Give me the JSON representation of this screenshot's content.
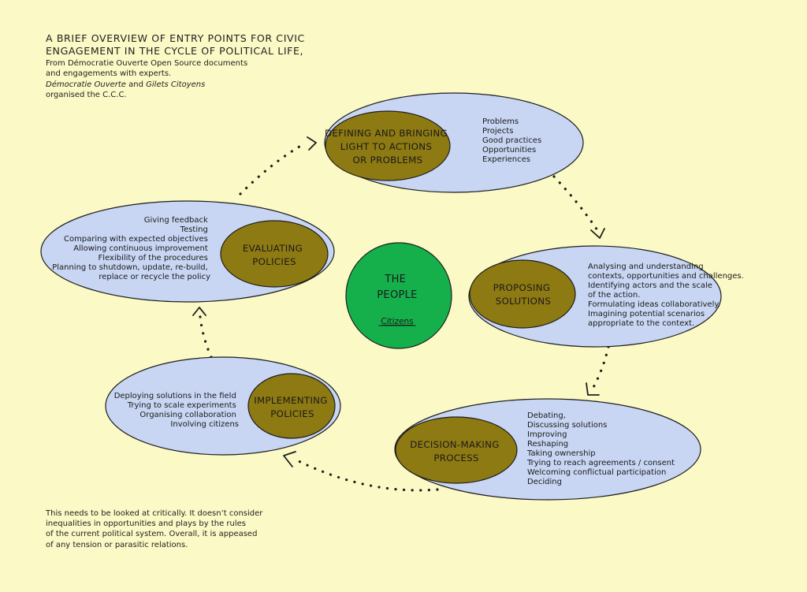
{
  "header": {
    "title_lines": [
      "A BRIEF OVERVIEW OF ENTRY POINTS FOR CIVIC",
      "ENGAGEMENT IN THE CYCLE OF POLITICAL LIFE,"
    ],
    "source_line1": "From Démocratie Ouverte Open Source documents",
    "source_line2": "and engagements with experts.",
    "org1": "Démocratie Ouverte",
    "and_word": "and",
    "org2": "Gilets Citoyens",
    "source_line4": "organised the C.C.C."
  },
  "center": {
    "title_lines": [
      "THE",
      "PEOPLE"
    ],
    "link": "Citizens"
  },
  "stages": {
    "defining": {
      "title_lines": [
        "DEFINING AND BRINGING",
        "LIGHT TO ACTIONS",
        "OR PROBLEMS"
      ],
      "items": [
        "Problems",
        "Projects",
        "Good practices",
        "Opportunities",
        "Experiences"
      ]
    },
    "proposing": {
      "title_lines": [
        "PROPOSING",
        "SOLUTIONS"
      ],
      "items": [
        "Analysing and understanding",
        "contexts, opportunities and challenges.",
        "Identifying actors and the scale",
        "of the action.",
        "Formulating ideas collaboratively.",
        "Imagining potential scenarios",
        "appropriate to the context."
      ]
    },
    "decision": {
      "title_lines": [
        "DECISION-MAKING",
        "PROCESS"
      ],
      "items": [
        "Debating,",
        "Discussing solutions",
        "Improving",
        "Reshaping",
        "Taking ownership",
        "Trying to reach agreements / consent",
        "Welcoming conflictual participation",
        "Deciding"
      ]
    },
    "implementing": {
      "title_lines": [
        "IMPLEMENTING",
        "POLICIES"
      ],
      "items": [
        "Deploying solutions in the field",
        "Trying to scale experiments",
        "Organising collaboration",
        "Involving citizens"
      ]
    },
    "evaluating": {
      "title_lines": [
        "EVALUATING",
        "POLICIES"
      ],
      "items": [
        "Giving feedback",
        "Testing",
        "Comparing with expected objectives",
        "Allowing continuous improvement",
        "Flexibility of the procedures",
        "Planning to shutdown, update, re-build,",
        "replace or recycle the policy"
      ]
    }
  },
  "footnote": {
    "lines": [
      "This needs to be looked at critically. It doesn’t consider",
      "inequalities in opportunities and plays by the rules",
      "of the current political system. Overall, it is appeased",
      "of any tension or parasitic relations."
    ]
  },
  "colors": {
    "background": "#fbf9c5",
    "outer_ellipse": "#c8d6f3",
    "inner_ellipse": "#8e7a12",
    "people_circle": "#15b04b",
    "stroke": "#1e1e1e"
  }
}
